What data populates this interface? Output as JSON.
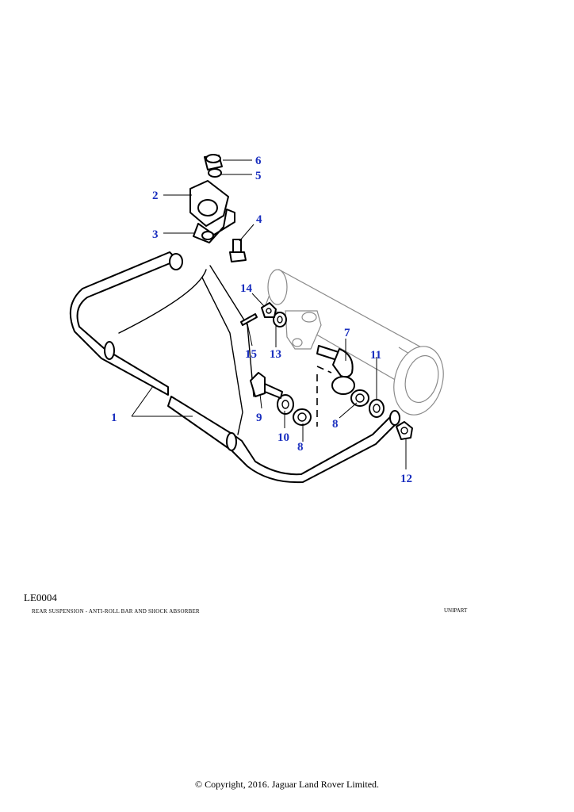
{
  "diagram": {
    "callouts": {
      "c1": "1",
      "c2": "2",
      "c3": "3",
      "c4": "4",
      "c5": "5",
      "c6": "6",
      "c7": "7",
      "c8a": "8",
      "c8b": "8",
      "c9": "9",
      "c10": "10",
      "c11": "11",
      "c12": "12",
      "c13": "13",
      "c14": "14",
      "c15": "15"
    },
    "callout_color": "#1a2fbf"
  },
  "footer": {
    "illustration_code": "LE0004",
    "caption": "REAR SUSPENSION - ANTI-ROLL BAR AND SHOCK ABSORBER",
    "source": "UNIPART",
    "copyright": "© Copyright, 2016. Jaguar Land Rover Limited."
  }
}
